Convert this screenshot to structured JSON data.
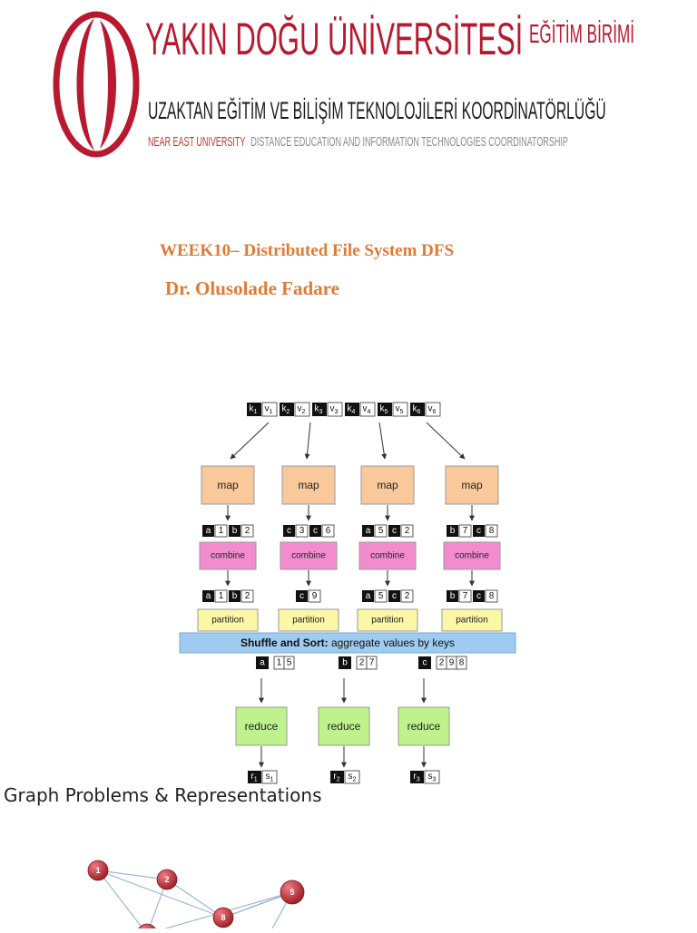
{
  "header": {
    "university_name": "YAKIN DOĞU ÜNİVERSİTESİ",
    "unit_name": "EĞİTİM BİRİMİ",
    "coordinatorship_tr": "UZAKTAN EĞİTİM VE BİLİŞİM TEKNOLOJİLERİ KOORDİNATÖRLÜĞÜ",
    "university_name_en": "NEAR EAST UNIVERSITY",
    "coordinatorship_en": "DISTANCE EDUCATION AND INFORMATION TECHNOLOGIES COORDINATORSHIP",
    "brand_color": "#b8192f"
  },
  "document": {
    "title": "WEEK10– Distributed File System DFS",
    "author": "Dr. Olusolade Fadare",
    "heading_color": "#e07a35"
  },
  "mapreduce_diagram": {
    "inputs": [
      {
        "key": "k",
        "key_sub": "1",
        "value": "v",
        "value_sub": "1"
      },
      {
        "key": "k",
        "key_sub": "2",
        "value": "v",
        "value_sub": "2"
      },
      {
        "key": "k",
        "key_sub": "3",
        "value": "v",
        "value_sub": "3"
      },
      {
        "key": "k",
        "key_sub": "4",
        "value": "v",
        "value_sub": "4"
      },
      {
        "key": "k",
        "key_sub": "5",
        "value": "v",
        "value_sub": "5"
      },
      {
        "key": "k",
        "key_sub": "6",
        "value": "v",
        "value_sub": "6"
      }
    ],
    "map_label": "map",
    "combine_label": "combine",
    "partition_label": "partition",
    "reduce_label": "reduce",
    "columns": [
      {
        "map_out": [
          [
            "a",
            "1"
          ],
          [
            "b",
            "2"
          ]
        ],
        "combine_out": [
          [
            "a",
            "1"
          ],
          [
            "b",
            "2"
          ]
        ]
      },
      {
        "map_out": [
          [
            "c",
            "3"
          ],
          [
            "c",
            "6"
          ]
        ],
        "combine_out": [
          [
            "c",
            "9"
          ]
        ]
      },
      {
        "map_out": [
          [
            "a",
            "5"
          ],
          [
            "c",
            "2"
          ]
        ],
        "combine_out": [
          [
            "a",
            "5"
          ],
          [
            "c",
            "2"
          ]
        ]
      },
      {
        "map_out": [
          [
            "b",
            "7"
          ],
          [
            "c",
            "8"
          ]
        ],
        "combine_out": [
          [
            "b",
            "7"
          ],
          [
            "c",
            "8"
          ]
        ]
      }
    ],
    "shuffle_label_bold": "Shuffle and Sort:",
    "shuffle_label_rest": " aggregate values by keys",
    "grouped": [
      {
        "key": "a",
        "values": [
          "1",
          "5"
        ]
      },
      {
        "key": "b",
        "values": [
          "2",
          "7"
        ]
      },
      {
        "key": "c",
        "values": [
          "2",
          "9",
          "8"
        ]
      }
    ],
    "outputs": [
      {
        "key": "r",
        "key_sub": "1",
        "value": "s",
        "value_sub": "1"
      },
      {
        "key": "r",
        "key_sub": "2",
        "value": "s",
        "value_sub": "2"
      },
      {
        "key": "r",
        "key_sub": "3",
        "value": "s",
        "value_sub": "3"
      }
    ],
    "colors": {
      "map": "#f9c89b",
      "combine": "#f28ccf",
      "partition": "#fbf7a6",
      "shuffle": "#9fcbf0",
      "reduce": "#bff28c"
    }
  },
  "section": {
    "title": "Graph Problems & Representations"
  },
  "graph": {
    "node_color": "#b5333a",
    "nodes": [
      {
        "label": "1"
      },
      {
        "label": "2"
      },
      {
        "label": "8"
      },
      {
        "label": "5"
      },
      {
        "label": ""
      }
    ]
  }
}
